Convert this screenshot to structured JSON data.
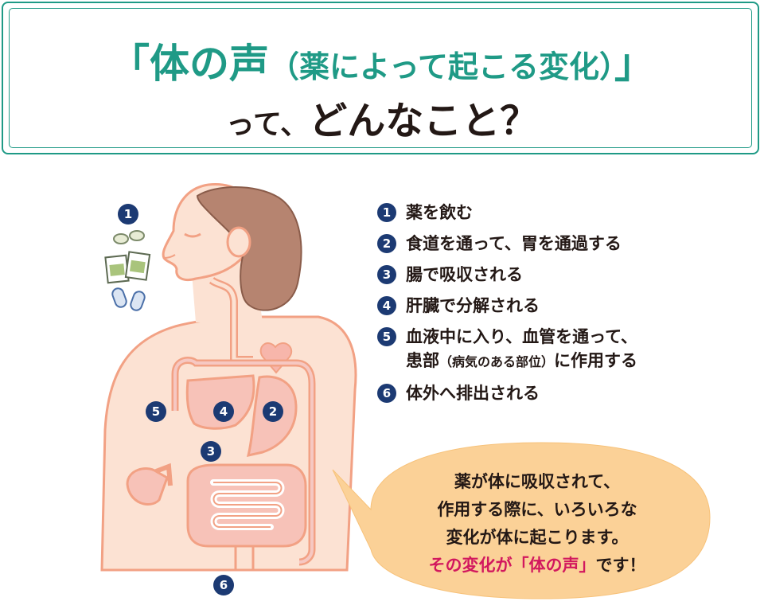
{
  "header": {
    "bracket_open": "「",
    "title_main": "体の声",
    "title_sub": "（薬によって起こる変化）",
    "bracket_close": "」",
    "line2_part1": "って、",
    "line2_part2": "どんなこと？"
  },
  "steps": [
    {
      "num": "1",
      "text": "薬を飲む"
    },
    {
      "num": "2",
      "text": "食道を通って、胃を通過する"
    },
    {
      "num": "3",
      "text": "腸で吸収される"
    },
    {
      "num": "4",
      "text": "肝臓で分解される"
    },
    {
      "num": "5",
      "text": "血液中に入り、血管を通って、",
      "text_line2a": "患部",
      "text_line2paren": "（病気のある部位）",
      "text_line2b": "に作用する"
    },
    {
      "num": "6",
      "text": "体外へ排出される"
    }
  ],
  "diagram_labels": {
    "n1": "1",
    "n2": "2",
    "n3": "3",
    "n4": "4",
    "n5": "5",
    "n6": "6"
  },
  "bubble": {
    "line1": "薬が体に吸収されて、",
    "line2": "作用する際に、いろいろな",
    "line3": "変化が体に起こります。",
    "line4_hl": "その変化が「体の声」",
    "line4_end": "です！"
  },
  "colors": {
    "accent": "#1f9a86",
    "badge": "#1c3a73",
    "skin": "#fce2d3",
    "outline": "#f2a184",
    "hair": "#b68470",
    "bubble": "#fbd197",
    "highlight": "#d2185e"
  }
}
